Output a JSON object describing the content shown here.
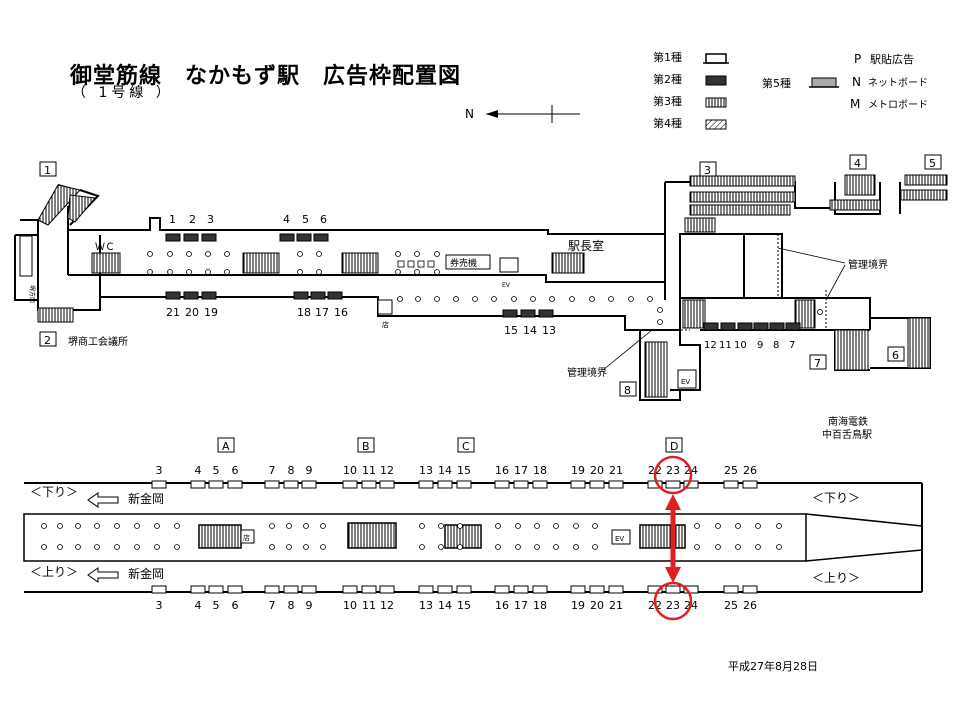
{
  "title": "御堂筋線　なかもず駅　広告枠配置図",
  "subtitle": "（ 1号線 ）",
  "legend": {
    "type1": "第1種",
    "type2": "第2種",
    "type3": "第3種",
    "type4": "第4種",
    "type5": "第5種",
    "p": "P",
    "p_label": "駅貼広告",
    "n": "N",
    "n_label": "ネットボード",
    "m": "M",
    "m_label": "メトロボード"
  },
  "compass": "N",
  "concourse": {
    "exits": [
      "1",
      "2",
      "3",
      "4",
      "5",
      "6",
      "7",
      "8"
    ],
    "exit2_label": "堺商工会議所",
    "wc": "ＷＣ",
    "ticket": "券売機",
    "office": "駅長室",
    "ev": "EV",
    "shop": "店",
    "boundary1": "管理境界",
    "boundary2": "管理境界",
    "connection": "南海電鉄\n中百舌鳥駅",
    "vertical_label": "堺方面",
    "top_nums_a": [
      "1",
      "2",
      "3"
    ],
    "top_nums_b": [
      "4",
      "5",
      "6"
    ],
    "bottom_nums_a": [
      "21",
      "20",
      "19"
    ],
    "bottom_nums_b": [
      "18",
      "17",
      "16"
    ],
    "bottom_nums_c": [
      "15",
      "14",
      "13"
    ],
    "right_nums": [
      "12",
      "11",
      "10",
      "9",
      "8",
      "7"
    ]
  },
  "platform": {
    "sections": [
      "A",
      "B",
      "C",
      "D"
    ],
    "nums": [
      "3",
      "4",
      "5",
      "6",
      "7",
      "8",
      "9",
      "10",
      "11",
      "12",
      "13",
      "14",
      "15",
      "16",
      "17",
      "18",
      "19",
      "20",
      "21",
      "22",
      "23",
      "24",
      "25",
      "26"
    ],
    "down": "＜下り＞",
    "up": "＜上り＞",
    "down_r": "＜下り＞",
    "up_r": "＜上り＞",
    "dest": "新金岡",
    "dest2": "新金岡",
    "shop": "店",
    "ev": "EV",
    "highlight": "23"
  },
  "date": "平成27年8月28日"
}
